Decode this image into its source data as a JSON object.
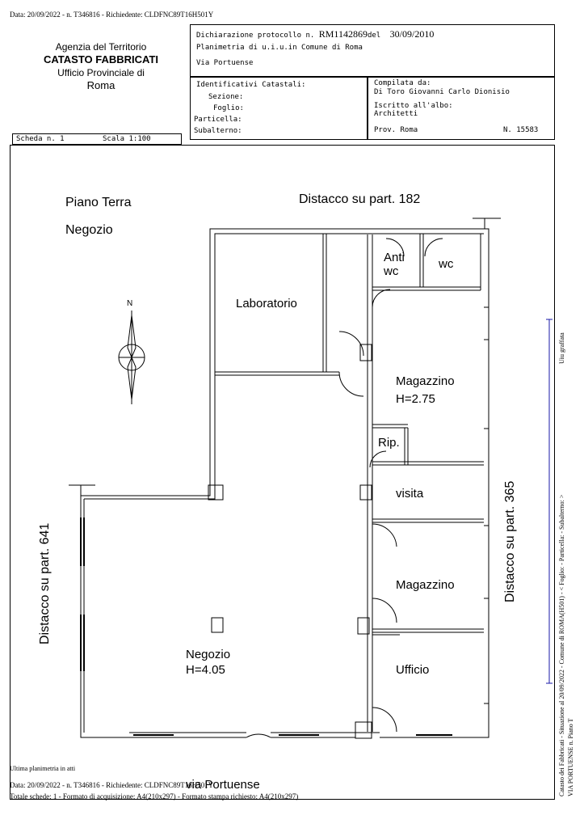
{
  "header_line": "Data: 20/09/2022 - n. T346816 - Richiedente: CLDFNC89T16H501Y",
  "agency": {
    "line1": "Agenzia del Territorio",
    "line2": "CATASTO FABBRICATI",
    "line3": "Ufficio Provinciale di",
    "line4": "Roma"
  },
  "declaration": {
    "label": "Dichiarazione protocollo n.",
    "number": "RM1142869",
    "del": "del",
    "date": "30/09/2010",
    "plan_line": "Planimetria di u.i.u.in Comune di Roma",
    "street": "Via Portuense"
  },
  "identifiers": {
    "title": "Identificativi Catastali:",
    "sezione": "Sezione:",
    "foglio": "Foglio:",
    "particella": "Particella:",
    "subalterno": "Subalterno:"
  },
  "compiler": {
    "label": "Compilata da:",
    "name": "Di Toro Giovanni Carlo Dionisio",
    "albo_label": "Iscritto all'albo:",
    "albo": "Architetti",
    "prov": "Prov. Roma",
    "num": "N. 15583"
  },
  "scheda": {
    "label": "Scheda n. 1",
    "scale": "Scala 1:100"
  },
  "plan": {
    "floor": "Piano Terra",
    "type": "Negozio",
    "north": "N",
    "distacco_top": "Distacco su part. 182",
    "distacco_right": "Distacco su part. 365",
    "distacco_left": "Distacco su part. 641",
    "street": "via Portuense",
    "rooms": {
      "laboratorio": "Laboratorio",
      "anti": "Anti",
      "anti_wc": "wc",
      "wc": "wc",
      "magazzino1": "Magazzino",
      "magazzino1_h": "H=2.75",
      "rip": "Rip.",
      "visita": "visita",
      "magazzino2": "Magazzino",
      "negozio": "Negozio",
      "negozio_h": "H=4.05",
      "ufficio": "Ufficio"
    }
  },
  "side_text": {
    "line1": "Catasto dei Fabbricati - Situazione al 20/09/2022 - Comune di ROMA(H501) - < Foglio:     - Particella:     - Subalterno:     >",
    "line2": "VIA PORTUENSE n.      Piano T",
    "graffata": "Uiu graffata"
  },
  "footer": {
    "last_plan": "Ultima planimetria in atti",
    "data_line": "Data: 20/09/2022 - n. T346816 - Richiedente: CLDFNC89T16H501Y",
    "totale_line": "Totale schede: 1 - Formato di acquisizione: A4(210x297)  - Formato stampa richiesto: A4(210x297)"
  }
}
